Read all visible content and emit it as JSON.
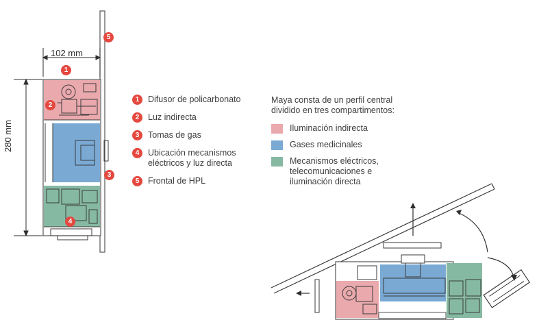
{
  "dimensions": {
    "width_label": "102 mm",
    "height_label": "280 mm"
  },
  "callouts": {
    "c1": "1",
    "c2": "2",
    "c3": "3",
    "c4": "4",
    "c5": "5"
  },
  "legend": [
    {
      "number": "1",
      "lines": [
        "Difusor de policarbonato"
      ]
    },
    {
      "number": "2",
      "lines": [
        "Luz indirecta"
      ]
    },
    {
      "number": "3",
      "lines": [
        "Tomas de gas"
      ]
    },
    {
      "number": "4",
      "lines": [
        "Ubicación mecanismos",
        "eléctricos y luz directa"
      ]
    },
    {
      "number": "5",
      "lines": [
        "Frontal de HPL"
      ]
    }
  ],
  "intro": {
    "lines": [
      "Maya consta de un perfil central",
      "dividido en tres compartimentos:"
    ]
  },
  "compartments": [
    {
      "color": "#eaa9ad",
      "lines": [
        "Iluminación indirecta"
      ]
    },
    {
      "color": "#7aaad4",
      "lines": [
        "Gases medicinales"
      ]
    },
    {
      "color": "#86b9a2",
      "lines": [
        "Mecanismos eléctricos,",
        "telecomunicaciones e",
        "iluminación directa"
      ]
    }
  ],
  "colors": {
    "accent": "#e4483f",
    "pink": "#eaa9ad",
    "blue": "#7aaad4",
    "green": "#86b9a2",
    "line": "#3a3a3a"
  }
}
